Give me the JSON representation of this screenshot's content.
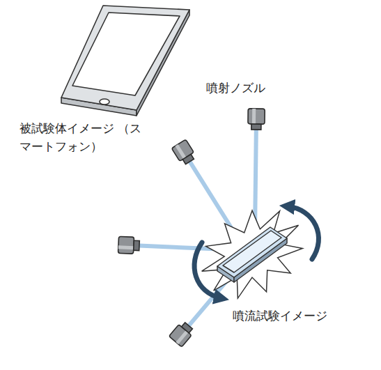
{
  "diagram": {
    "labels": [
      "被試験体イメージ （スマートフォン）",
      "噴射ノズル",
      "噴流試験イメージ"
    ]
  }
}
